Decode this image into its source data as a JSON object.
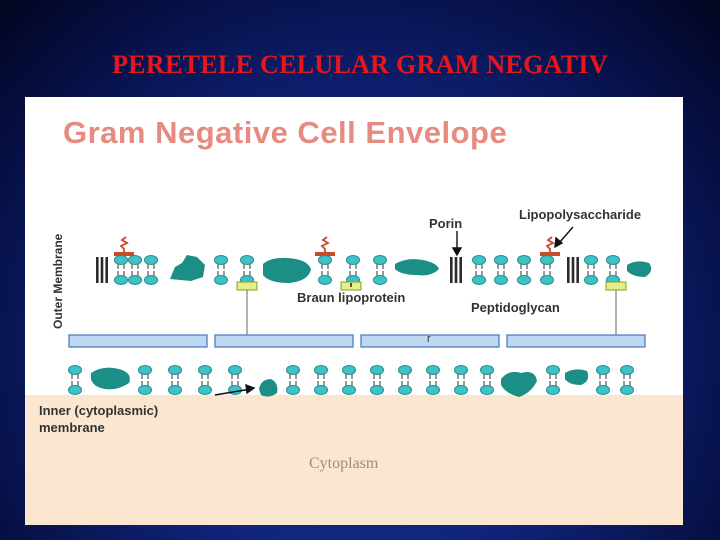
{
  "slide": {
    "title": "PERETELE CELULAR GRAM NEGATIV"
  },
  "figure": {
    "title": "Gram Negative Cell Envelope",
    "labels": {
      "outer_membrane": "Outer Membrane",
      "porin": "Porin",
      "lipopolysaccharide": "Lipopolysaccharide",
      "braun_lipoprotein": "Braun lipoprotein",
      "peptidoglycan": "Peptidoglycan",
      "inner_membrane_line1": "Inner (cytoplasmic)",
      "inner_membrane_line2": "membrane",
      "cytoplasm": "Cytoplasm",
      "peptidoglycan_mark": "r"
    }
  },
  "colors": {
    "slide_background": "#0f237a",
    "slide_title": "#e8161b",
    "figure_title": "#e78a7f",
    "lipid": "#3fc2c6",
    "protein": "#1b8e86",
    "lps": "#c84a2a",
    "lipoprotein": "#e2ef8a",
    "peptidoglycan": "#bcd8f2",
    "cytoplasm": "#fbe6cf"
  }
}
